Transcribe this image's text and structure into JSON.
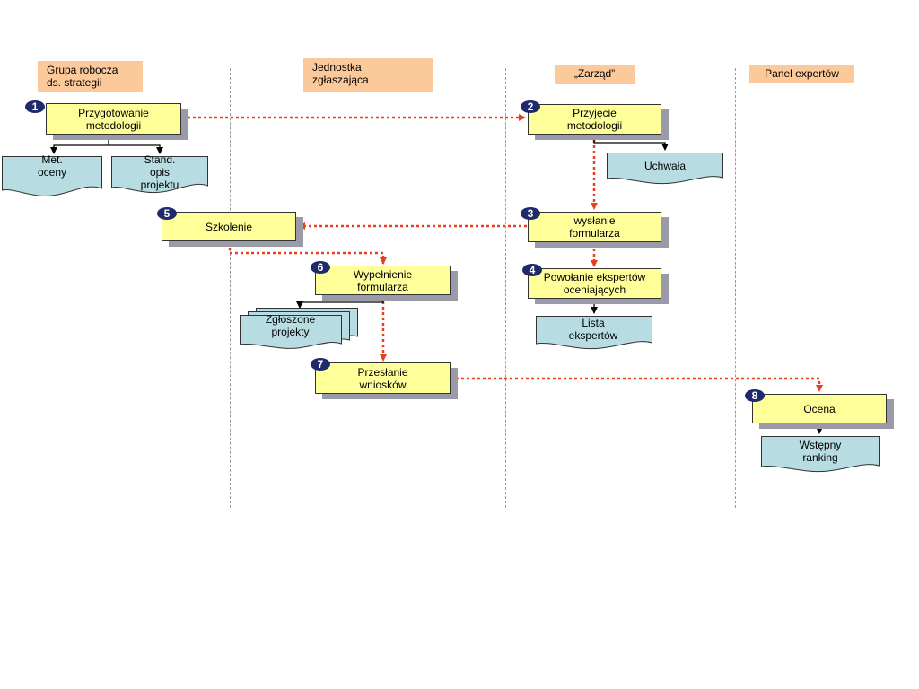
{
  "lanes": [
    {
      "id": "grupa",
      "label_1": "Grupa robocza",
      "label_2": "ds. strategii"
    },
    {
      "id": "jednostka",
      "label_1": "Jednostka",
      "label_2": "zgłaszająca"
    },
    {
      "id": "zarzad",
      "label_1": "„Zarząd”"
    },
    {
      "id": "panel",
      "label_1": "Panel expertów"
    }
  ],
  "steps": [
    {
      "num": "1",
      "line_1": "Przygotowanie",
      "line_2": "metodologii"
    },
    {
      "num": "2",
      "line_1": "Przyjęcie",
      "line_2": "metodologii"
    },
    {
      "num": "3",
      "line_1": "wysłanie",
      "line_2": "formularza"
    },
    {
      "num": "4",
      "line_1": "Powołanie ekspertów",
      "line_2": "oceniających"
    },
    {
      "num": "5",
      "line_1": "Szkolenie"
    },
    {
      "num": "6",
      "line_1": "Wypełnienie",
      "line_2": "formularza"
    },
    {
      "num": "7",
      "line_1": "Przesłanie",
      "line_2": "wniosków"
    },
    {
      "num": "8",
      "line_1": "Ocena"
    }
  ],
  "documents": {
    "met_oceny": {
      "line_1": "Met.",
      "line_2": "oceny"
    },
    "stand_opis": {
      "line_1": "Stand.",
      "line_2": "opis",
      "line_3": "projektu"
    },
    "uchwala": {
      "line_1": "Uchwała"
    },
    "zgloszone": {
      "line_1": "Zgłoszone",
      "line_2": "projekty"
    },
    "lista": {
      "line_1": "Lista",
      "line_2": "ekspertów"
    },
    "ranking": {
      "line_1": "Wstępny",
      "line_2": "ranking"
    }
  },
  "colors": {
    "header_fill": "#fcc99b",
    "process_fill": "#ffff99",
    "document_fill": "#b7dde2",
    "badge_fill": "#1f2a6b",
    "flow_arrow": "#e8401c",
    "shadow": "#9a9aa8"
  }
}
